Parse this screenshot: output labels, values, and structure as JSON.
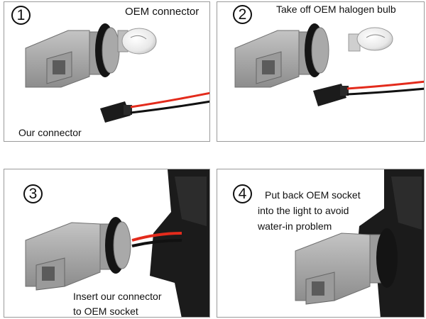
{
  "steps": [
    {
      "number": "1",
      "caption": "OEM connector",
      "note": "Our connector"
    },
    {
      "number": "2",
      "caption": "Take off OEM halogen bulb"
    },
    {
      "number": "3",
      "caption_line1": "Insert our connector",
      "caption_line2": "to OEM socket"
    },
    {
      "number": "4",
      "caption_line1": "Put back OEM socket",
      "caption_line2": "into the light to avoid",
      "caption_line3": "water-in problem"
    }
  ],
  "colors": {
    "socket_gray": "#a9a9a9",
    "socket_dark": "#7b7b7b",
    "ring_black": "#141414",
    "connector_black": "#1b1b1b",
    "wire_red": "#e32b1c",
    "wire_black": "#111111",
    "frame": "#9a9a9a"
  },
  "icons": [
    "oem-socket-icon",
    "halogen-bulb-icon",
    "led-connector-icon",
    "light-housing-icon"
  ]
}
